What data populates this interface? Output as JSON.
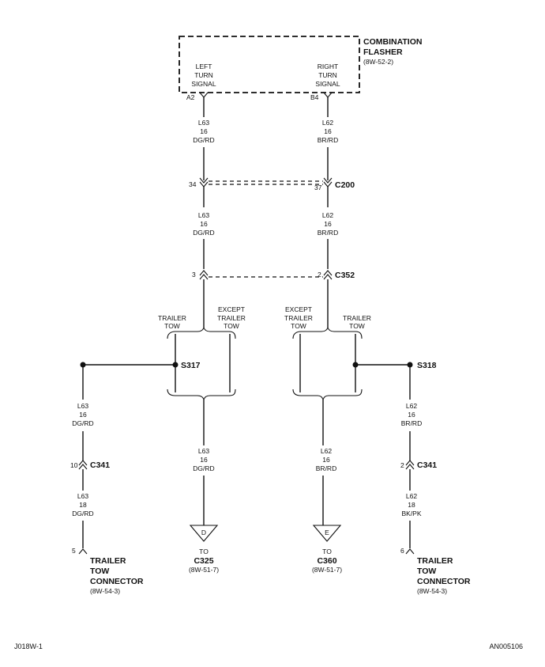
{
  "flasher": {
    "title1": "COMBINATION",
    "title2": "FLASHER",
    "ref": "(8W-52-2)",
    "left": [
      "LEFT",
      "TURN",
      "SIGNAL"
    ],
    "right": [
      "RIGHT",
      "TURN",
      "SIGNAL"
    ],
    "pin_left": "A2",
    "pin_right": "B4"
  },
  "wires": {
    "left_top": [
      "L63",
      "16",
      "DG/RD"
    ],
    "right_top": [
      "L62",
      "16",
      "BR/RD"
    ],
    "left_mid": [
      "L63",
      "16",
      "DG/RD"
    ],
    "right_mid": [
      "L62",
      "16",
      "BR/RD"
    ],
    "far_left_a": [
      "L63",
      "16",
      "DG/RD"
    ],
    "far_left_b": [
      "L63",
      "18",
      "DG/RD"
    ],
    "center_left": [
      "L63",
      "16",
      "DG/RD"
    ],
    "center_right": [
      "L62",
      "16",
      "BR/RD"
    ],
    "far_right_a": [
      "L62",
      "16",
      "BR/RD"
    ],
    "far_right_b": [
      "L62",
      "18",
      "BK/PK"
    ]
  },
  "connectors": {
    "c200": "C200",
    "c200_left_pin": "34",
    "c200_right_pin": "37",
    "c352": "C352",
    "c352_left_pin": "3",
    "c352_right_pin": "2",
    "c341_left": "C341",
    "c341_left_pin": "10",
    "c341_right": "C341",
    "c341_right_pin": "2"
  },
  "splices": {
    "s317": "S317",
    "s318": "S318"
  },
  "options": {
    "left_trailer": [
      "TRAILER",
      "TOW"
    ],
    "left_except": [
      "EXCEPT",
      "TRAILER",
      "TOW"
    ],
    "right_except": [
      "EXCEPT",
      "TRAILER",
      "TOW"
    ],
    "right_trailer": [
      "TRAILER",
      "TOW"
    ]
  },
  "grounds": {
    "left_letter": "D",
    "left_to": "TO",
    "left_conn": "C325",
    "left_ref": "(8W-51-7)",
    "right_letter": "E",
    "right_to": "TO",
    "right_conn": "C360",
    "right_ref": "(8W-51-7)"
  },
  "trailer_left": {
    "pin": "5",
    "l1": "TRAILER",
    "l2": "TOW",
    "l3": "CONNECTOR",
    "ref": "(8W-54-3)"
  },
  "trailer_right": {
    "pin": "6",
    "l1": "TRAILER",
    "l2": "TOW",
    "l3": "CONNECTOR",
    "ref": "(8W-54-3)"
  },
  "footer": {
    "left": "J018W-1",
    "right": "AN005106"
  }
}
